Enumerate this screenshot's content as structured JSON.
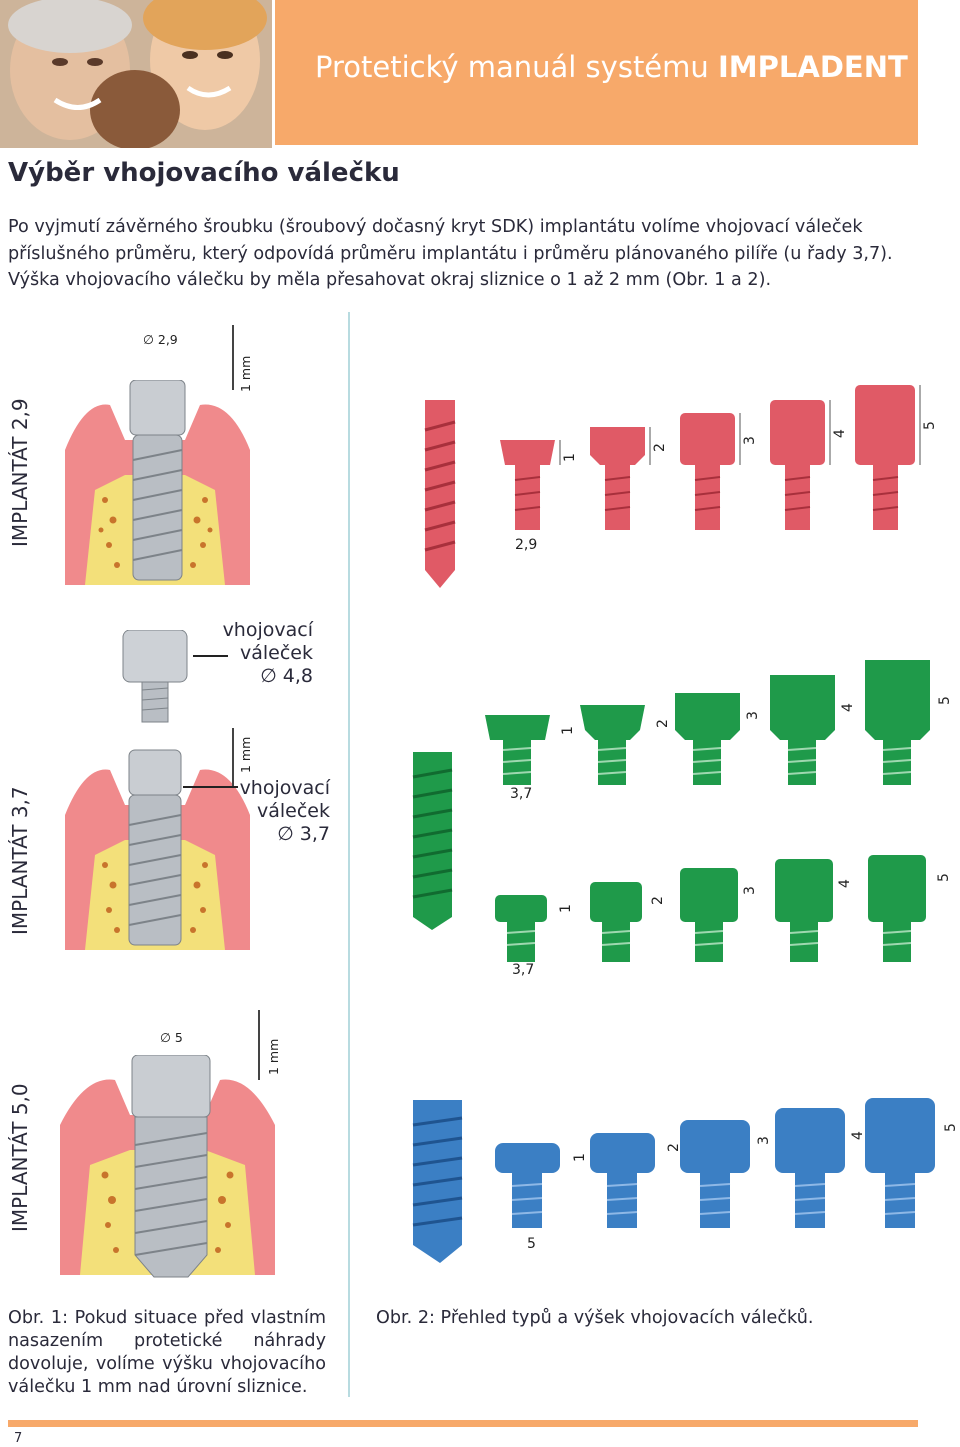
{
  "header": {
    "title_prefix": "Protetický manuál systému",
    "title_brand": "IMPLADENT"
  },
  "section_title": "Výběr vhojovacího válečku",
  "intro_text": "Po vyjmutí závěrného šroubku (šroubový dočasný kryt SDK) implantátu volíme vhojovací váleček příslušného průměru, který odpovídá průměru implantátu i průměru plánovaného pilíře (u řady 3,7). Výška vhojovacího válečku by měla přesahovat okraj sliznice o 1 až 2 mm (Obr. 1 a 2).",
  "rows": [
    {
      "label": "IMPLANTÁT 2,9",
      "diameter_label": "∅ 2,9",
      "mm_label": "1 mm",
      "width_label": "2,9",
      "heights": [
        "1",
        "2",
        "3",
        "4",
        "5"
      ],
      "color": "#e05a66"
    },
    {
      "label": "IMPLANTÁT 3,7",
      "mm_label": "1 mm",
      "width_label": "3,7",
      "width_label_2": "3,7",
      "heights": [
        "1",
        "2",
        "3",
        "4",
        "5"
      ],
      "heights_2": [
        "1",
        "2",
        "3",
        "4",
        "5"
      ],
      "color": "#1f9a4a"
    },
    {
      "label": "IMPLANTÁT 5,0",
      "diameter_label": "∅ 5",
      "mm_label": "1 mm",
      "width_label": "5",
      "heights": [
        "1",
        "2",
        "3",
        "4",
        "5"
      ],
      "color": "#3b7fc4"
    }
  ],
  "callouts": [
    {
      "line1": "vhojovací",
      "line2": "váleček",
      "line3": "∅ 4,8"
    },
    {
      "line1": "vhojovací",
      "line2": "váleček",
      "line3": "∅ 3,7"
    }
  ],
  "captions": {
    "fig1": "Obr. 1: Pokud situace před vlastním nasazením protetické náhrady dovoluje, volíme výšku vhojovacího válečku 1 mm nad úrovní sliznice.",
    "fig2": "Obr. 2: Přehled typů a výšek vhojovacích válečků."
  },
  "page_number": "7",
  "colors": {
    "accent": "#f7a96a",
    "divider": "#b8dbe0",
    "gum": "#f08a8c",
    "bone": "#f3e07a"
  }
}
